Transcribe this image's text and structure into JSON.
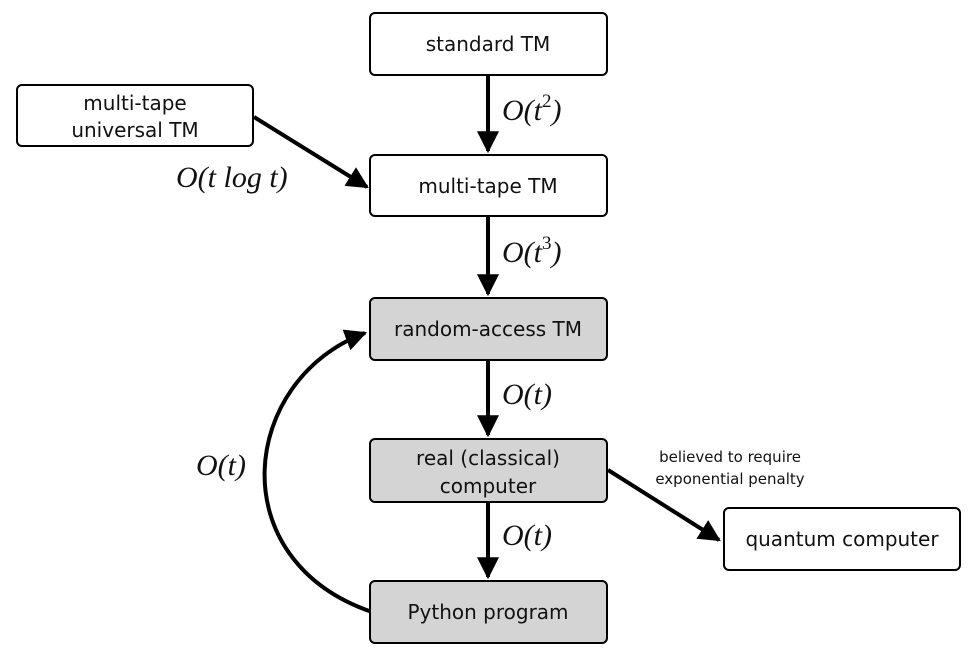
{
  "colors": {
    "stroke": "#000000",
    "white_box": "#ffffff",
    "gray_box": "#d4d4d4"
  },
  "nodes": {
    "standard_tm": "standard TM",
    "multi_tape_universal_tm": [
      "multi-tape",
      "universal TM"
    ],
    "multi_tape_tm": "multi-tape TM",
    "random_access_tm": "random-access TM",
    "real_computer": [
      "real (classical)",
      "computer"
    ],
    "python_program": "Python program",
    "quantum_computer": "quantum computer"
  },
  "edges": {
    "standard_to_multitape": {
      "base": "O(t",
      "sup": "2",
      "close": ")"
    },
    "universal_to_multitape": "O(t log t)",
    "multitape_to_random": {
      "base": "O(t",
      "sup": "3",
      "close": ")"
    },
    "random_to_real": "O(t)",
    "real_to_python": "O(t)",
    "python_to_random": "O(t)",
    "real_to_quantum": [
      "believed to require",
      "exponential penalty"
    ]
  }
}
